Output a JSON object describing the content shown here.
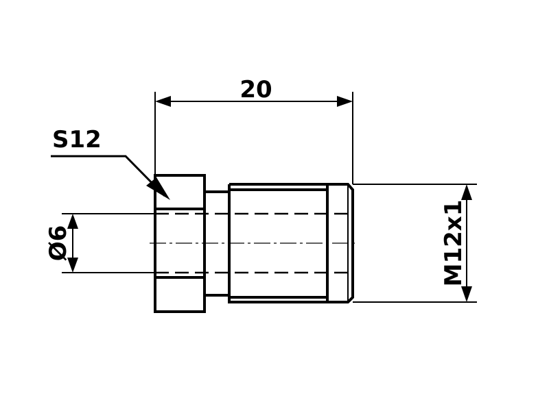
{
  "dimensions": {
    "length": "20",
    "wrench_size": "S12",
    "bore_diameter": "Ø6",
    "thread": "M12x1"
  }
}
